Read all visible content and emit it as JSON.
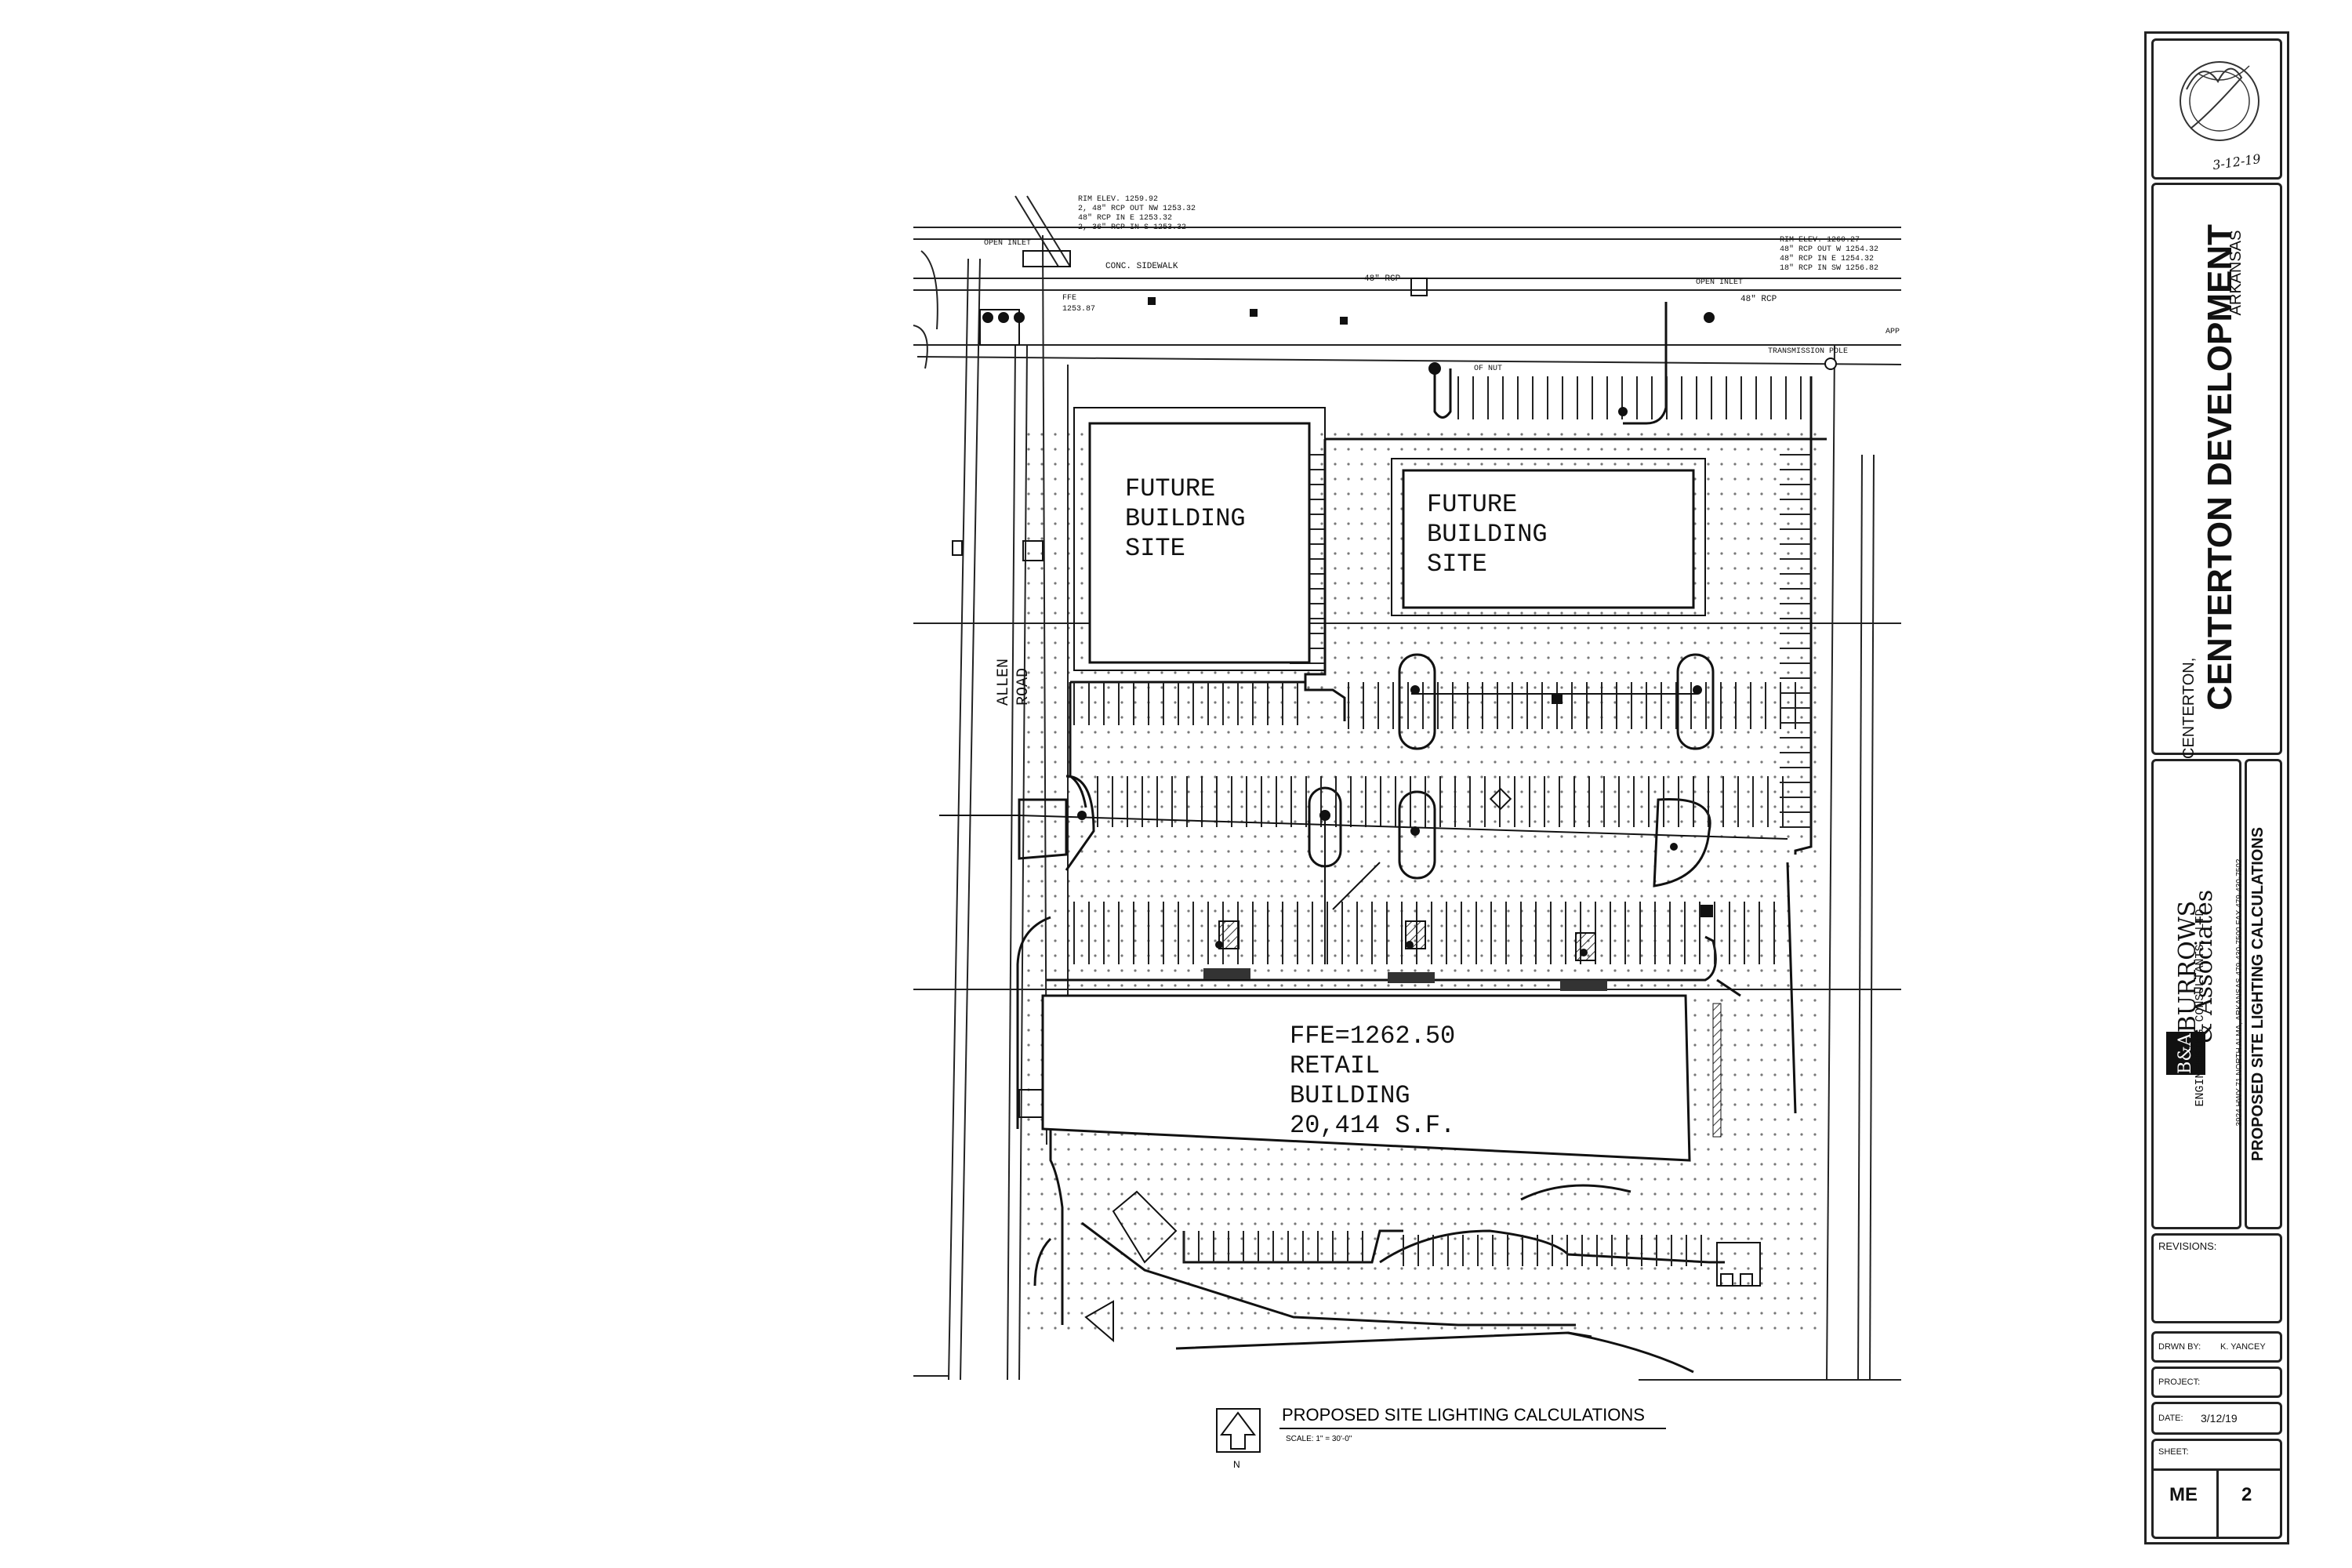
{
  "plan": {
    "rim_north_w": [
      "RIM ELEV. 1259.92",
      "2, 48\" RCP OUT NW 1253.32",
      "48\" RCP IN E 1253.32",
      "2, 36\" RCP IN S 1253.32"
    ],
    "rim_north_e": [
      "RIM ELEV. 1260.27",
      "48\" RCP OUT W 1254.32",
      "48\" RCP IN E 1254.32",
      "18\" RCP IN SW 1256.82"
    ],
    "open_inlet": "OPEN INLET",
    "ffe_small": "FFE",
    "ffe_small_value": "1253.87",
    "concrete_sidewalk": "CONC. SIDEWALK",
    "pipe_label": "48\" RCP",
    "transmission_pole": "TRANSMISSION POLE",
    "app_label": "APP",
    "of_nut": "OF NUT",
    "allen_road": [
      "ALLEN",
      "ROAD"
    ],
    "future_site_1": [
      "FUTURE",
      "BUILDING",
      "SITE"
    ],
    "future_site_2": [
      "FUTURE",
      "BUILDING",
      "SITE"
    ],
    "retail": [
      "FFE=1262.50",
      "RETAIL",
      "BUILDING",
      "20,414 S.F."
    ],
    "drawing_title": "PROPOSED SITE LIGHTING CALCULATIONS",
    "drawing_scale": "SCALE:  1\" = 30'-0\"",
    "north_label": "N"
  },
  "titleblock": {
    "project_name": "CENTERTON DEVELOPMENT",
    "city": "CENTERTON,",
    "state": "ARKANSAS",
    "seal_date": "3-12-19",
    "firm_name_1": "BURROWS",
    "firm_name_2": "& Associates",
    "firm_logo": "B&A",
    "firm_sub": "ENGINEERING CONSULTANTS, LTD.",
    "firm_address": "3924 HWY 71 NORTH ALMA, ARKANSAS 479-430-7500  FAX 479-430-7502",
    "sheet_title": "PROPOSED SITE LIGHTING CALCULATIONS",
    "revisions_label": "REVISIONS:",
    "drawn_by_label": "DRWN  BY:",
    "drawn_by_value": "K. YANCEY",
    "project_label": "PROJECT:",
    "date_label": "DATE:",
    "date_value": "3/12/19",
    "sheet_label": "SHEET:",
    "sheet_prefix": "ME",
    "sheet_number": "2"
  }
}
